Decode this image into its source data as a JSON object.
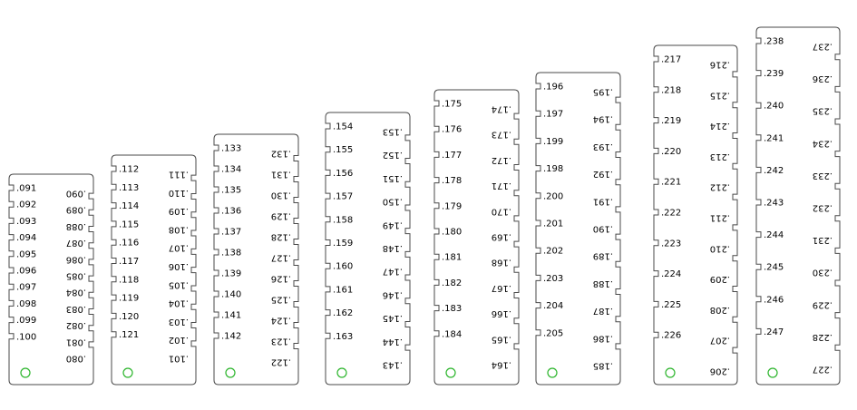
{
  "marker_color": "#2bb52b",
  "outline_color": "#4a4a4a",
  "gauges": [
    {
      "left": [
        ".091",
        ".092",
        ".093",
        ".094",
        ".095",
        ".096",
        ".097",
        ".098",
        ".099",
        ".100"
      ],
      "right": [
        ".090",
        ".089",
        ".088",
        ".087",
        ".086",
        ".085",
        ".084",
        ".083",
        ".082",
        ".081",
        ".080"
      ]
    },
    {
      "left": [
        ".112",
        ".113",
        ".114",
        ".115",
        ".116",
        ".117",
        ".118",
        ".119",
        ".120",
        ".121"
      ],
      "right": [
        ".111",
        ".110",
        ".109",
        ".108",
        ".107",
        ".106",
        ".105",
        ".104",
        ".103",
        ".102",
        ".101"
      ]
    },
    {
      "left": [
        ".133",
        ".134",
        ".135",
        ".136",
        ".137",
        ".138",
        ".139",
        ".140",
        ".141",
        ".142"
      ],
      "right": [
        ".132",
        ".131",
        ".130",
        ".129",
        ".128",
        ".127",
        ".126",
        ".125",
        ".124",
        ".123",
        ".122"
      ]
    },
    {
      "left": [
        ".154",
        ".155",
        ".156",
        ".157",
        ".158",
        ".159",
        ".160",
        ".161",
        ".162",
        ".163"
      ],
      "right": [
        ".153",
        ".152",
        ".151",
        ".150",
        ".149",
        ".148",
        ".147",
        ".146",
        ".145",
        ".144",
        ".143"
      ]
    },
    {
      "left": [
        ".175",
        ".176",
        ".177",
        ".178",
        ".179",
        ".180",
        ".181",
        ".182",
        ".183",
        ".184"
      ],
      "right": [
        ".174",
        ".173",
        ".172",
        ".171",
        ".170",
        ".169",
        ".168",
        ".167",
        ".166",
        ".165",
        ".164"
      ]
    },
    {
      "left": [
        ".196",
        ".197",
        ".199",
        ".198",
        ".200",
        ".201",
        ".202",
        ".203",
        ".204",
        ".205"
      ],
      "right": [
        ".195",
        ".194",
        ".193",
        ".192",
        ".191",
        ".190",
        ".189",
        ".188",
        ".187",
        ".186",
        ".185"
      ]
    },
    {
      "left": [
        ".217",
        ".218",
        ".219",
        ".220",
        ".221",
        ".222",
        ".223",
        ".224",
        ".225",
        ".226"
      ],
      "right": [
        ".216",
        ".215",
        ".214",
        ".213",
        ".212",
        ".211",
        ".210",
        ".209",
        ".208",
        ".207",
        ".206"
      ]
    },
    {
      "left": [
        ".238",
        ".239",
        ".240",
        ".241",
        ".242",
        ".243",
        ".244",
        ".245",
        ".246",
        ".247"
      ],
      "right": [
        ".237",
        ".236",
        ".235",
        ".234",
        ".233",
        ".232",
        ".231",
        ".230",
        ".229",
        ".228",
        ".227"
      ]
    }
  ]
}
